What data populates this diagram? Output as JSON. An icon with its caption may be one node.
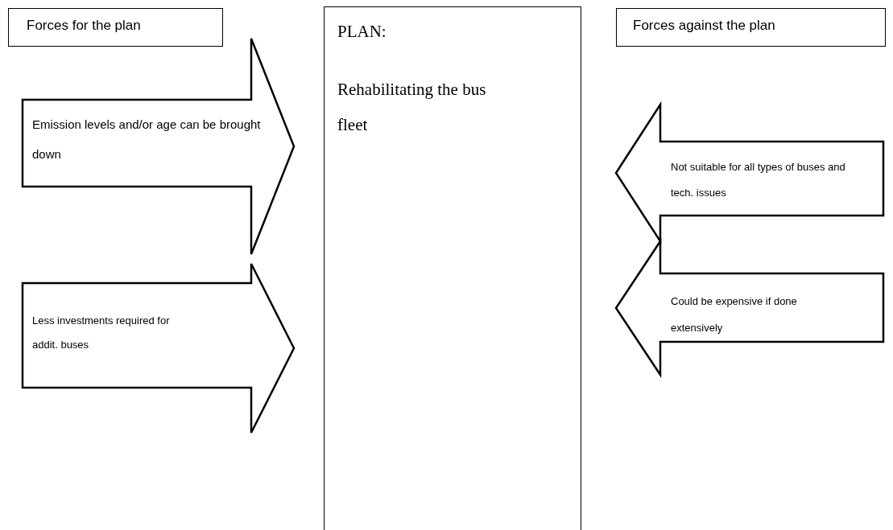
{
  "diagram": {
    "nodes": [
      {
        "text": [
          "Forces for the plan"
        ]
      },
      {
        "text": [
          "PLAN:",
          "Rehabilitating the bus fleet"
        ]
      },
      {
        "text": [
          "Forces against the plan"
        ]
      },
      {
        "text": [
          "Emission levels and/or age can be brought down"
        ]
      },
      {
        "text": [
          "Not suitable for all types of buses and tech. issues"
        ]
      },
      {
        "text": [
          "Less investments required for addit. buses"
        ]
      },
      {
        "text": [
          "Could be expensive if done extensively"
        ]
      }
    ]
  }
}
